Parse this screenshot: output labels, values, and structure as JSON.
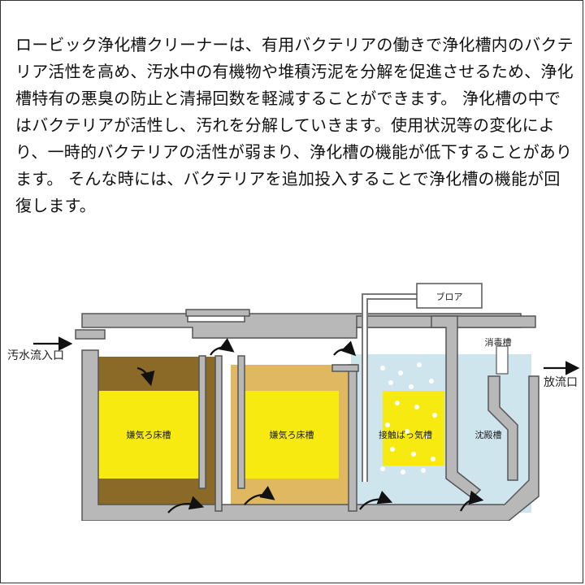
{
  "description": "ロービック浄化槽クリーナーは、有用バクテリアの働きで浄化槽内のバクテリア活性を高め、汚水中の有機物や堆積汚泥を分解を促進させるため、浄化槽特有の悪臭の防止と清掃回数を軽減することができます。 浄化槽の中ではバクテリアが活性し、汚れを分解していきます。使用状況等の変化により、一時的バクテリアの活性が弱まり、浄化槽の機能が低下することがあります。 そんな時には、バクテリアを追加投入することで浄化槽の機能が回復します。",
  "diagram": {
    "inlet_label": "汚水流入口",
    "outlet_label": "放流口",
    "blower_label": "ブロア",
    "chamber1_label": "嫌気ろ床槽",
    "chamber2_label": "嫌気ろ床槽",
    "aeration_label": "接触ばっ気槽",
    "settling_label": "沈殿槽",
    "disinfection_label": "消毒槽"
  },
  "colors": {
    "sludge_dark": "#8a6a26",
    "sludge_light": "#e0b861",
    "filter_yellow": "#f7ea10",
    "clear_water": "#cfe5ee",
    "wall": "#b8b8b8",
    "wall_edge": "#555555"
  }
}
